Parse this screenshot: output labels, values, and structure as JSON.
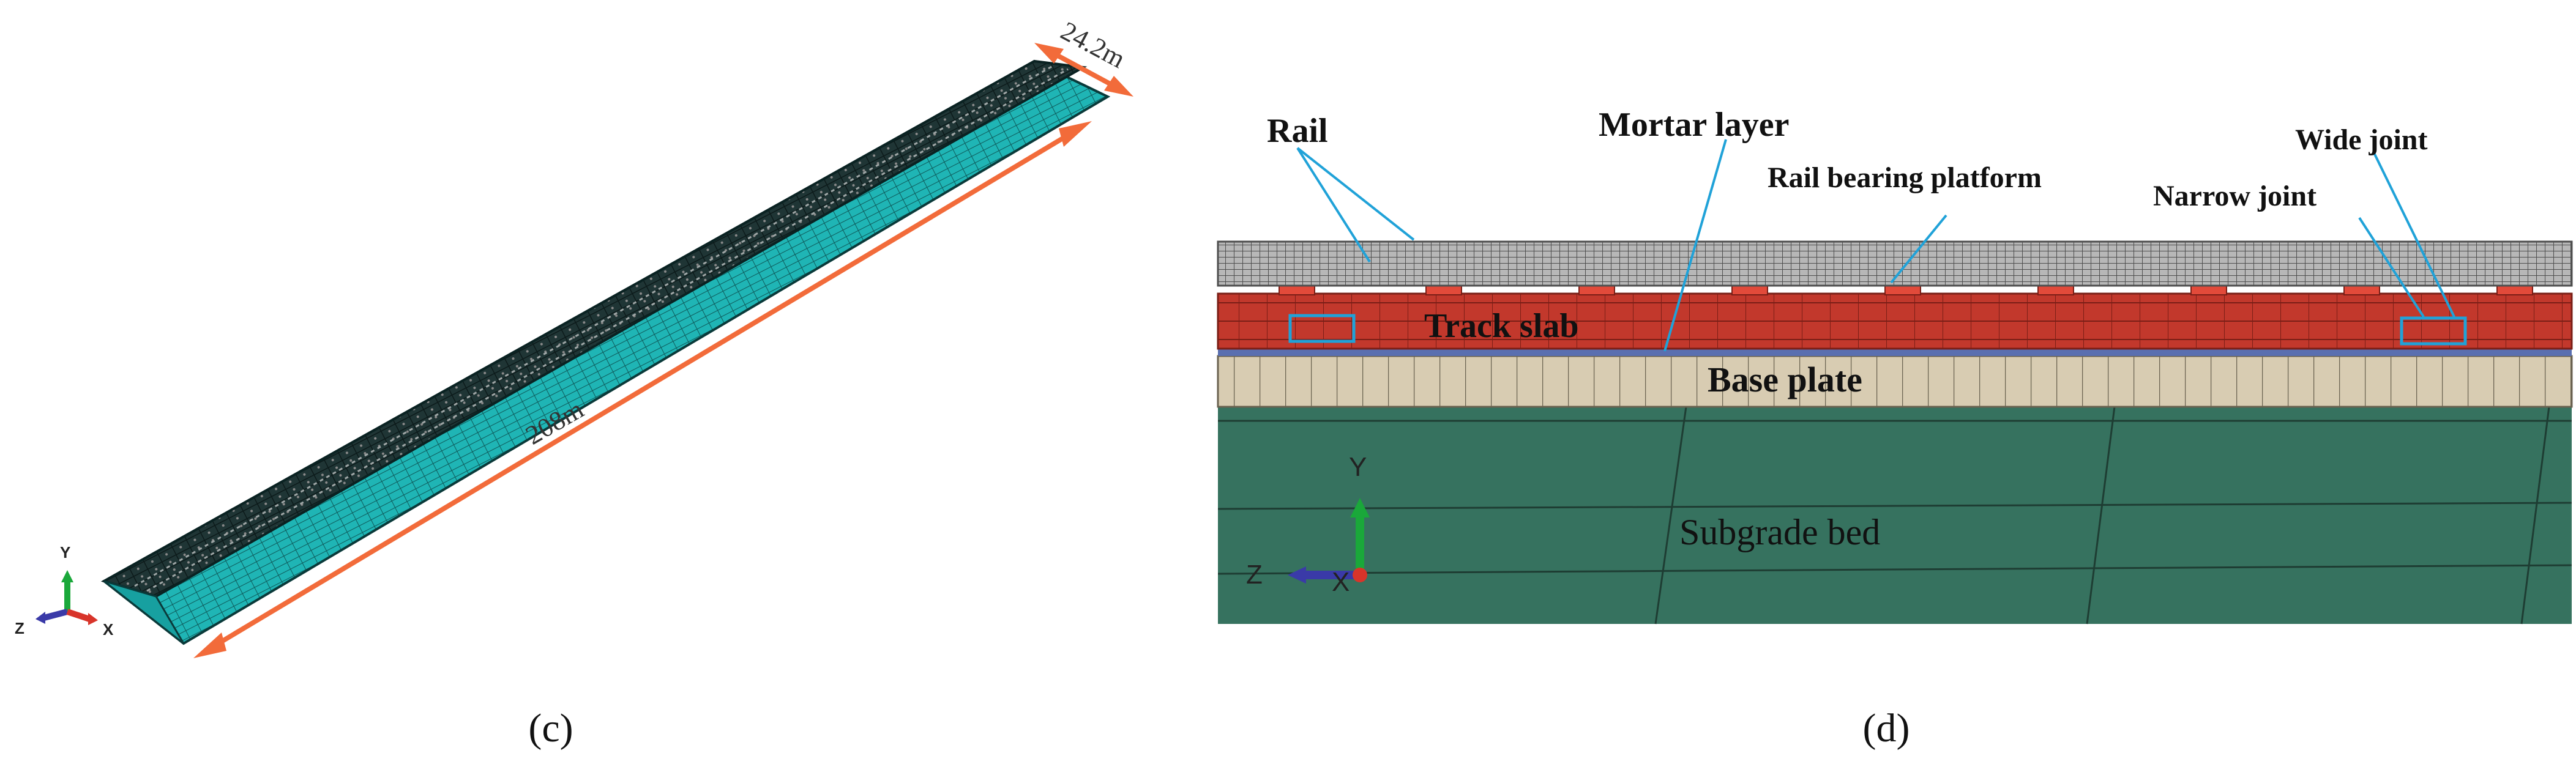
{
  "panel_c": {
    "caption": "(c)",
    "dimension_length": "208m",
    "dimension_width": "24.2m",
    "triad": {
      "y": "Y",
      "z": "Z",
      "x": "X"
    }
  },
  "panel_d": {
    "caption": "(d)",
    "labels": {
      "rail": "Rail",
      "mortar_layer": "Mortar layer",
      "rail_bearing_platform": "Rail bearing platform",
      "wide_joint": "Wide joint",
      "narrow_joint": "Narrow joint",
      "track_slab": "Track slab",
      "base_plate": "Base plate",
      "subgrade_bed": "Subgrade bed"
    },
    "triad": {
      "y": "Y",
      "z": "Z",
      "x": "X"
    }
  },
  "colors": {
    "arrow": "#f26b3a",
    "mesh_teal": "#1fb5b5",
    "mesh_dark": "#1f3535",
    "rail_grey": "#9a9a9a",
    "track_slab_red": "#c2382c",
    "base_plate_beige": "#d8ccb2",
    "subgrade_green": "#36725f",
    "callout_blue": "#20a2d8"
  },
  "icons": [
    "coordinate-triad-icon"
  ]
}
